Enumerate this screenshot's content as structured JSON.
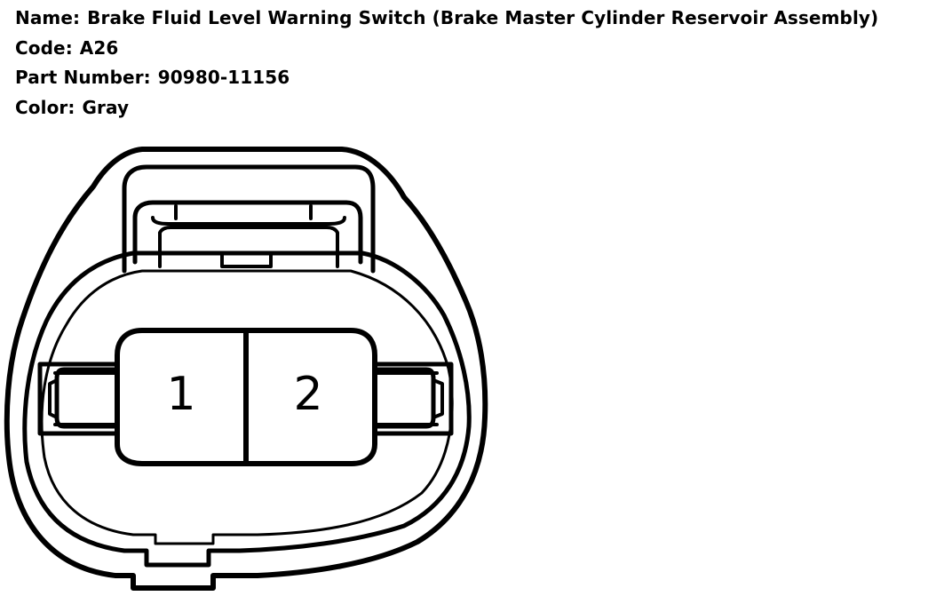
{
  "part_info": {
    "name_label": "Name:",
    "name_value": "Brake Fluid Level Warning Switch (Brake Master Cylinder Reservoir Assembly)",
    "code_label": "Code:",
    "code_value": "A26",
    "part_number_label": "Part Number:",
    "part_number_value": "90980-11156",
    "color_label": "Color:",
    "color_value": "Gray"
  },
  "connector": {
    "pins": [
      {
        "label": "1"
      },
      {
        "label": "2"
      }
    ]
  }
}
